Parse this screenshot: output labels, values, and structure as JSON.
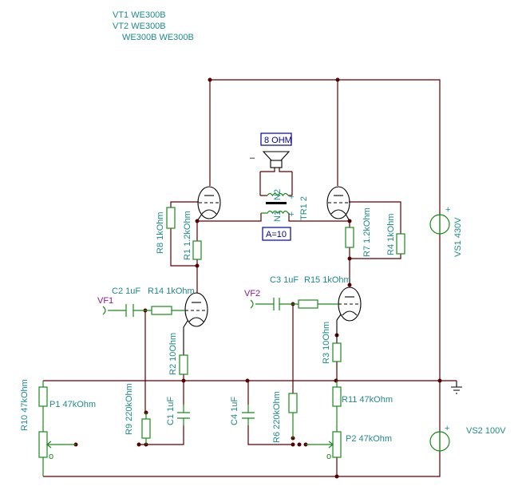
{
  "title_labels": [
    "VT1 WE300B",
    "VT2 WE300B",
    "WE300B WE300B"
  ],
  "components": {
    "speaker": "8 OHM",
    "speaker_sign": "–",
    "transformer": "TR1 2",
    "n1": "N1",
    "n2": "N2",
    "ratio": "A=10",
    "r8": "R8 1kOhm",
    "r1": "R1 1.2kOhm",
    "r7": "R7 1.2kOhm",
    "r4": "R4 1kOhm",
    "c2": "C2 1uF",
    "r14": "R14 1kOhm",
    "vf1": "VF1",
    "c3": "C3 1uF",
    "r15": "R15 1kOhm",
    "vf2": "VF2",
    "r2": "R2 10Ohm",
    "r3": "R3 10Ohm",
    "r10": "R10 47kOhm",
    "p1": "P1 47kOhm",
    "r9": "R9 220kOhm",
    "c1": "C1 1uF",
    "c4": "C4 1uF",
    "r6": "R6 220kOhm",
    "r11": "R11 47kOhm",
    "p2": "P2 47kOhm",
    "vs1": "VS1 430V",
    "vs2": "VS2 100V",
    "plus": "+",
    "wiper_end": "o"
  },
  "colors": {
    "wire": "#5a0000",
    "component": "#1a8a1a",
    "label": "#1f8a8a",
    "source": "#8a1a8a",
    "box": "#0000a0"
  }
}
